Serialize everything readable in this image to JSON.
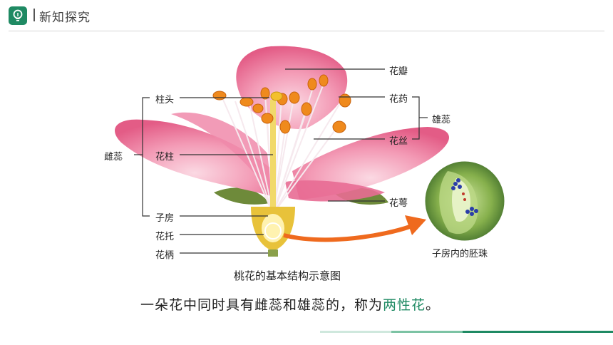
{
  "header": {
    "title": "新知探究"
  },
  "labels": {
    "petal": "花瓣",
    "anther": "花药",
    "stamen": "雄蕊",
    "filament": "花丝",
    "stigma": "柱头",
    "pistil": "雌蕊",
    "style": "花柱",
    "sepal": "花萼",
    "ovary": "子房",
    "receptacle": "花托",
    "pedicel": "花柄",
    "ovule": "子房内的胚珠"
  },
  "caption": "桃花的基本结构示意图",
  "sentence": {
    "text": "一朵花中同时具有雌蕊和雄蕊的，称为",
    "highlight": "两性花",
    "end": "。"
  },
  "colors": {
    "accent": "#1f8a63",
    "petal": "#ee7fa0",
    "arrow": "#ef6a1e"
  }
}
